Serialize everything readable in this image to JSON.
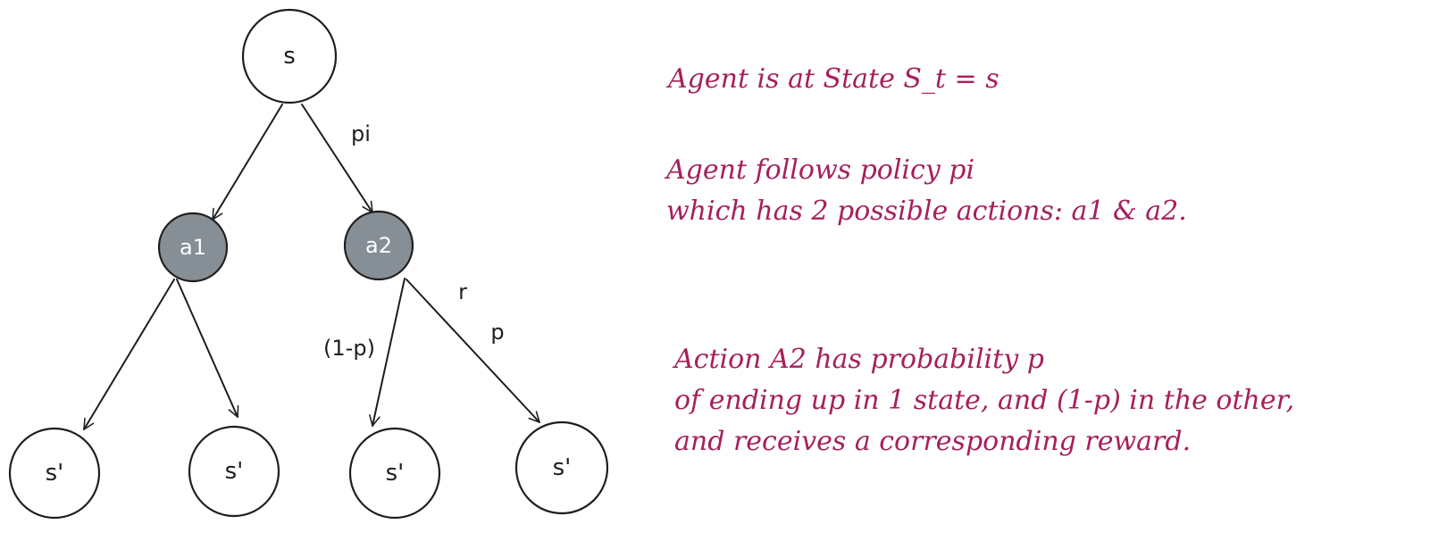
{
  "colors": {
    "stroke": "#1e1e1e",
    "action_node_fill": "#868e96",
    "state_node_fill": "#ffffff",
    "annotation_text": "#a6205c"
  },
  "nodes": {
    "root": "s",
    "action_1": "a1",
    "action_2": "a2",
    "leaf_1": "s'",
    "leaf_2": "s'",
    "leaf_3": "s'",
    "leaf_4": "s'"
  },
  "edge_labels": {
    "policy": "pi",
    "reward": "r",
    "probability": "p",
    "complement_probability": "(1-p)"
  },
  "annotations": [
    {
      "lines": [
        "Agent is at State S_t = s"
      ]
    },
    {
      "lines": [
        "Agent follows policy pi",
        "which has 2 possible actions: a1 & a2."
      ]
    },
    {
      "lines": [
        "Action A2 has probability p",
        "of ending up in 1 state, and (1-p) in the  other,",
        "and receives a corresponding reward."
      ]
    }
  ]
}
